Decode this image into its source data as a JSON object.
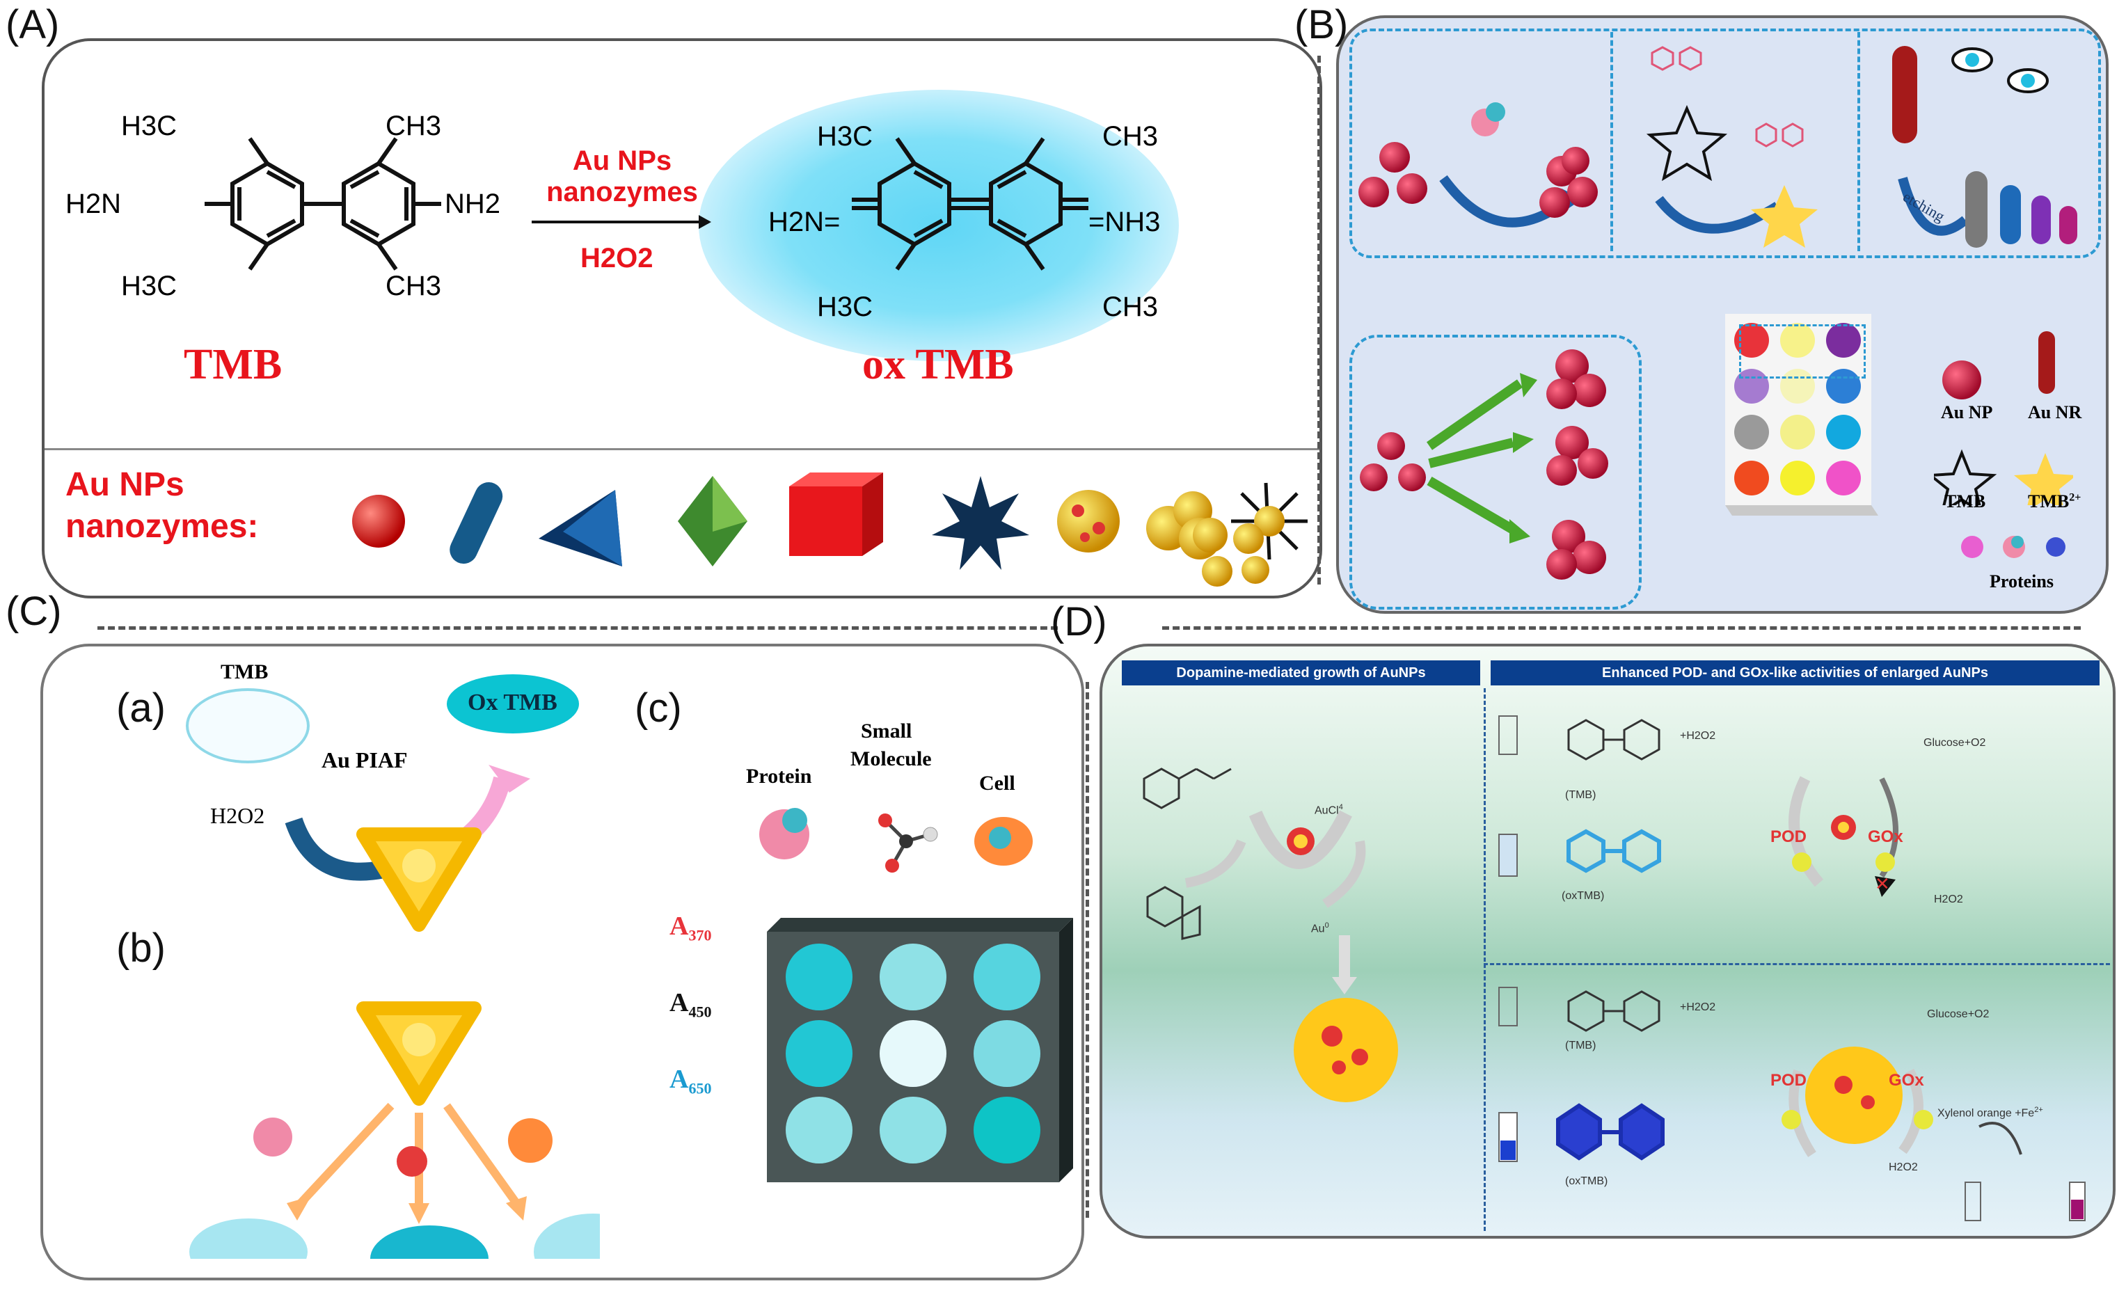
{
  "panels": {
    "A": {
      "label": "(A)",
      "reactant": {
        "top_left": "H3C",
        "top_right": "CH3",
        "left_group": "H2N",
        "right_group": "NH2",
        "bottom_left": "H3C",
        "bottom_right": "CH3",
        "name": "TMB"
      },
      "arrow_top_line1": "Au NPs",
      "arrow_top_line2": "nanozymes",
      "arrow_bottom": "H2O2",
      "product": {
        "top_left": "H3C",
        "top_right": "CH3",
        "left_group": "H2N=",
        "right_group": "=NH3",
        "bottom_left": "H3C",
        "bottom_right": "CH3",
        "name": "ox TMB"
      },
      "footer_line1": "Au NPs",
      "footer_line2": "nanozymes:"
    },
    "B": {
      "label": "(B)",
      "etching": "etching",
      "legend": {
        "au_np": "Au NP",
        "au_nr": "Au NR",
        "tmb": "TMB",
        "tmb2": "TMB",
        "tmb2_sup": "2+",
        "proteins": "Proteins"
      },
      "grid_colors": [
        "#e8333a",
        "#f7f28a",
        "#7b2d9e",
        "#a57bd0",
        "#f5f4b8",
        "#2c7fd6",
        "#9a9a9a",
        "#f3f08a",
        "#12a8df",
        "#f04b1f",
        "#f5f02d",
        "#f052c8"
      ]
    },
    "C": {
      "label": "(C)",
      "a": "(a)",
      "b": "(b)",
      "c": "(c)",
      "tmb": "TMB",
      "ox_tmb": "Ox TMB",
      "h2o2": "H2O2",
      "au_piaf": "Au PIAF",
      "protein": "Protein",
      "small": "Small",
      "molecule": "Molecule",
      "cell": "Cell",
      "a370": "A",
      "a370_sub": "370",
      "a450": "A",
      "a450_sub": "450",
      "a650": "A",
      "a650_sub": "650",
      "well_colors": [
        "#22c7d4",
        "#8fe1e6",
        "#56d4df",
        "#22c7d4",
        "#e6f9fb",
        "#7ddbe3",
        "#8fe1e6",
        "#8fe1e6",
        "#0ec4c6"
      ]
    },
    "D": {
      "label": "(D)",
      "header_left": "Dopamine-mediated growth of AuNPs",
      "header_right": "Enhanced POD- and GOx-like activities of enlarged AuNPs",
      "aucl4": "AuCl",
      "aucl4_sup": "4",
      "au0": "Au",
      "au0_sup": "0",
      "tmb_top": "(TMB)",
      "oxtmb_top": "(oxTMB)",
      "h2o2_plus": "+H2O2",
      "glucose_o2": "Glucose+O2",
      "pod": "POD",
      "gox": "GOx",
      "h2o2": "H2O2",
      "tmb_bottom": "(TMB)",
      "oxtmb_bottom": "(oxTMB)",
      "xylenol": "Xylenol orange +Fe",
      "xylenol_sup": "2+"
    }
  }
}
